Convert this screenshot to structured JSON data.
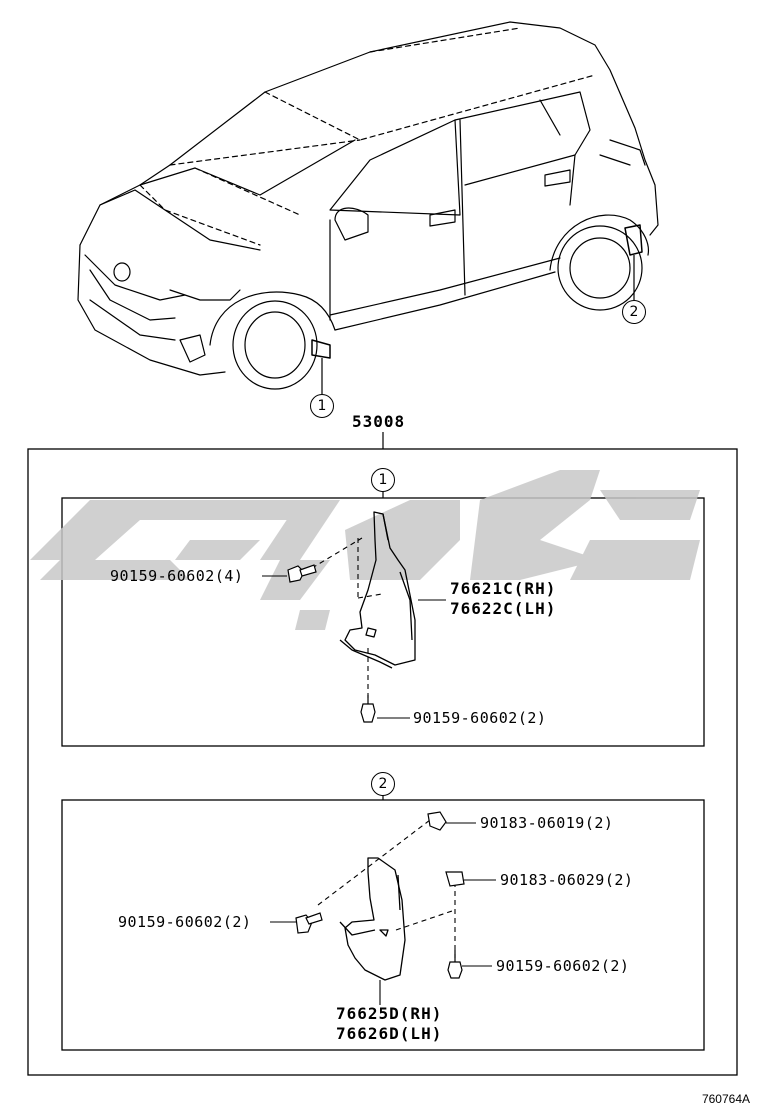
{
  "assembly_number": "53008",
  "callouts": {
    "one": "1",
    "two": "2"
  },
  "section1": {
    "label": "1",
    "parts": {
      "bolt_top": "90159-60602(4)",
      "flap_rh": "76621C(RH)",
      "flap_lh": "76622C(LH)",
      "bolt_bottom": "90159-60602(2)"
    }
  },
  "section2": {
    "label": "2",
    "parts": {
      "clip_a": "90183-06019(2)",
      "clip_b": "90183-06029(2)",
      "bolt_left": "90159-60602(2)",
      "bolt_right": "90159-60602(2)",
      "flap_rh": "76625D(RH)",
      "flap_lh": "76626D(LH)"
    }
  },
  "watermark_color": "#c8c8c8",
  "reference_code": "760764A"
}
